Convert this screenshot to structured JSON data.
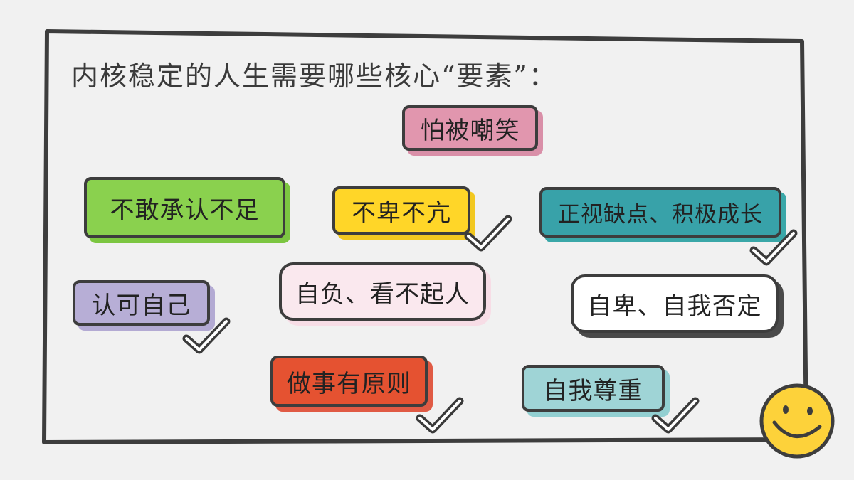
{
  "title": "内核稳定的人生需要哪些核心“要素”：",
  "tags": [
    {
      "label": "怕被嘲笑",
      "fill": "#e196ae",
      "shadow": "#d98fa8",
      "checked": false
    },
    {
      "label": "不敢承认不足",
      "fill": "#8ad14e",
      "shadow": "#7cc641",
      "checked": false
    },
    {
      "label": "不卑不亢",
      "fill": "#ffd628",
      "shadow": "#f2c820",
      "checked": true
    },
    {
      "label": "正视缺点、积极成长",
      "fill": "#38a2a9",
      "shadow": "#3aa7a8",
      "checked": true
    },
    {
      "label": "认可自己",
      "fill": "#b7aed6",
      "shadow": "#b3aad3",
      "checked": true
    },
    {
      "label": "自负、看不起人",
      "fill": "#fae8ee",
      "shadow": "#f7dde6",
      "checked": false
    },
    {
      "label": "自卑、自我否定",
      "fill": "#ffffff",
      "shadow": "#4a4a4a",
      "checked": false
    },
    {
      "label": "做事有原则",
      "fill": "#e55231",
      "shadow": "#e05a44",
      "checked": true
    },
    {
      "label": "自我尊重",
      "fill": "#9fd4d6",
      "shadow": "#92cfd1",
      "checked": true
    }
  ],
  "colors": {
    "background": "#f1f1f1",
    "frame": "#3d3d3d",
    "smiley_face": "#fdd23a"
  },
  "icons": [
    "check-icon",
    "smiley-icon"
  ]
}
